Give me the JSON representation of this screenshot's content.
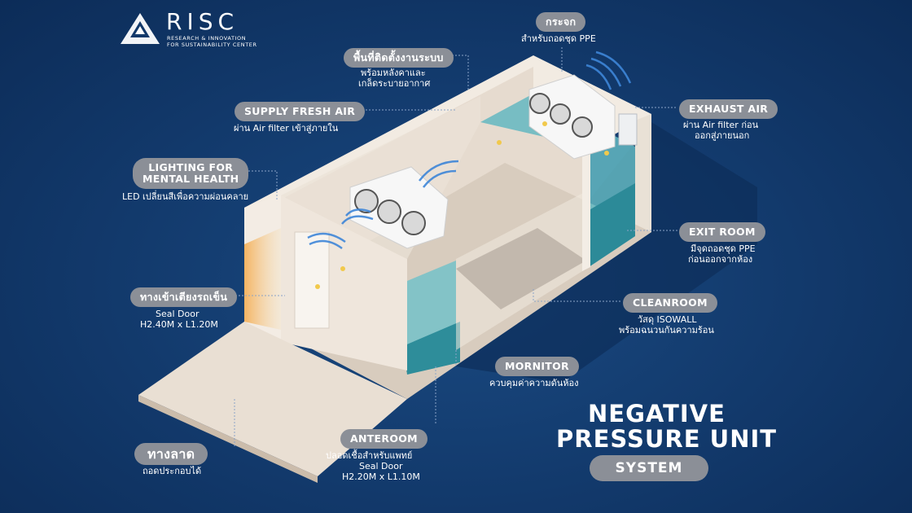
{
  "logo": {
    "name": "RISC",
    "line1": "RESEARCH & INNOVATION",
    "line2": "FOR SUSTAINABILITY CENTER"
  },
  "title": {
    "line1": "NEGATIVE",
    "line2": "PRESSURE UNIT",
    "badge": "SYSTEM"
  },
  "callouts": {
    "glass": {
      "label": "กระจก",
      "desc": [
        "สำหรับถอดชุด PPE"
      ]
    },
    "install_area": {
      "label": "พื้นที่ติดตั้งงานระบบ",
      "desc": [
        "พร้อมหลังคาและ",
        "เกล็ดระบายอากาศ"
      ]
    },
    "supply_air": {
      "label": "SUPPLY FRESH AIR",
      "desc": [
        "ผ่าน Air filter เข้าสู่ภายใน"
      ]
    },
    "exhaust_air": {
      "label": "EXHAUST AIR",
      "desc": [
        "ผ่าน Air filter ก่อน",
        "ออกสู่ภายนอก"
      ]
    },
    "lighting": {
      "label": [
        "LIGHTING FOR",
        "MENTAL HEALTH"
      ],
      "desc": [
        "LED เปลี่ยนสีเพื่อความผ่อนคลาย"
      ]
    },
    "exit_room": {
      "label": "EXIT ROOM",
      "desc": [
        "มีจุดถอดชุด PPE",
        "ก่อนออกจากห้อง"
      ]
    },
    "stretcher": {
      "label": "ทางเข้าเตียงรถเข็น",
      "desc": [
        "Seal Door",
        "H2.40M x L1.20M"
      ]
    },
    "cleanroom": {
      "label": "CLEANROOM",
      "desc": [
        "วัสดุ ISOWALL",
        "พร้อมฉนวนกันความร้อน"
      ]
    },
    "monitor": {
      "label": "MORNITOR",
      "desc": [
        "ควบคุมค่าความดันห้อง"
      ]
    },
    "ramp": {
      "label": "ทางลาด",
      "desc": [
        "ถอดประกอบได้"
      ]
    },
    "anteroom": {
      "label": "ANTEROOM",
      "desc": [
        "ปลอดเชื้อสำหรับแพทย์",
        "Seal Door",
        "H2.20M x L1.10M"
      ]
    }
  },
  "colors": {
    "background": "#12396b",
    "pill": "#8b8f97",
    "wall": "#efe6dc",
    "floor": "#e9dfd3",
    "teal": "#5fb3bd",
    "warm_light": "#f4a94a"
  }
}
